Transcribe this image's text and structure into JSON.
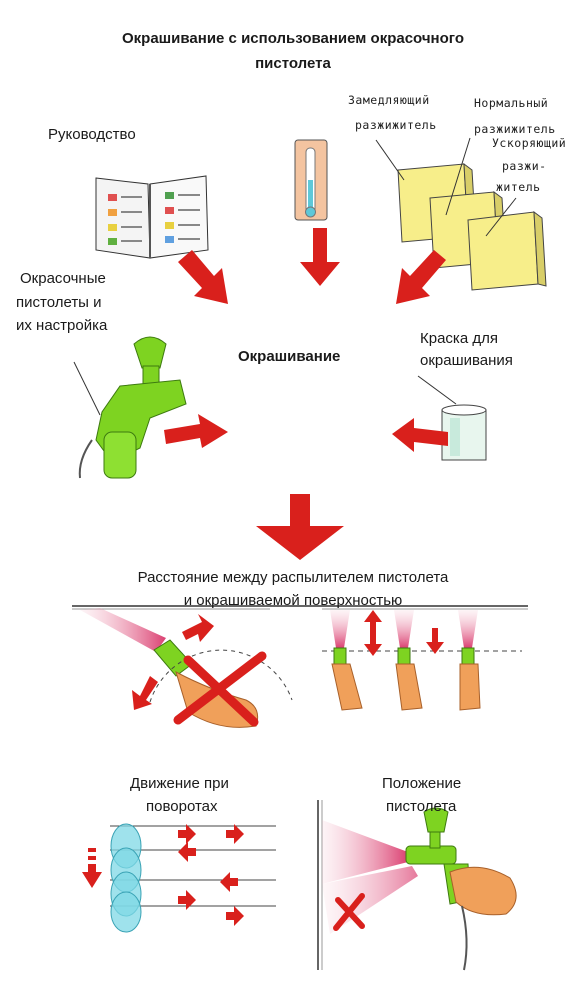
{
  "title_line1": "Окрашивание с использованием окрасочного",
  "title_line2": "пистолета",
  "guide_label": "Руководство",
  "thinner_slow_line1": "Замедляющий",
  "thinner_slow_line2": "разжижитель",
  "thinner_normal_line1": "Нормальный",
  "thinner_normal_line2": "разжижитель",
  "thinner_fast_line1": "Ускоряющий",
  "thinner_fast_line2": "разжи-",
  "thinner_fast_line3": "житель",
  "guns_line1": "Окрасочные",
  "guns_line2": "пистолеты и",
  "guns_line3": "их настройка",
  "center_label": "Окрашивание",
  "paint_line1": "Краска для",
  "paint_line2": "окрашивания",
  "distance_line1": "Расстояние между распылителем пистолета",
  "distance_line2": "и окрашиваемой поверхностью",
  "turns_line1": "Движение при",
  "turns_line2": "поворотах",
  "position_line1": "Положение",
  "position_line2": "пистолета",
  "colors": {
    "arrow_red": "#d9201c",
    "gun_green": "#7ed321",
    "can_yellow": "#f7ee8a",
    "spray_pink": "#e77a9c",
    "hand_orange": "#f0a05a",
    "cyan": "#7fd8e6"
  }
}
